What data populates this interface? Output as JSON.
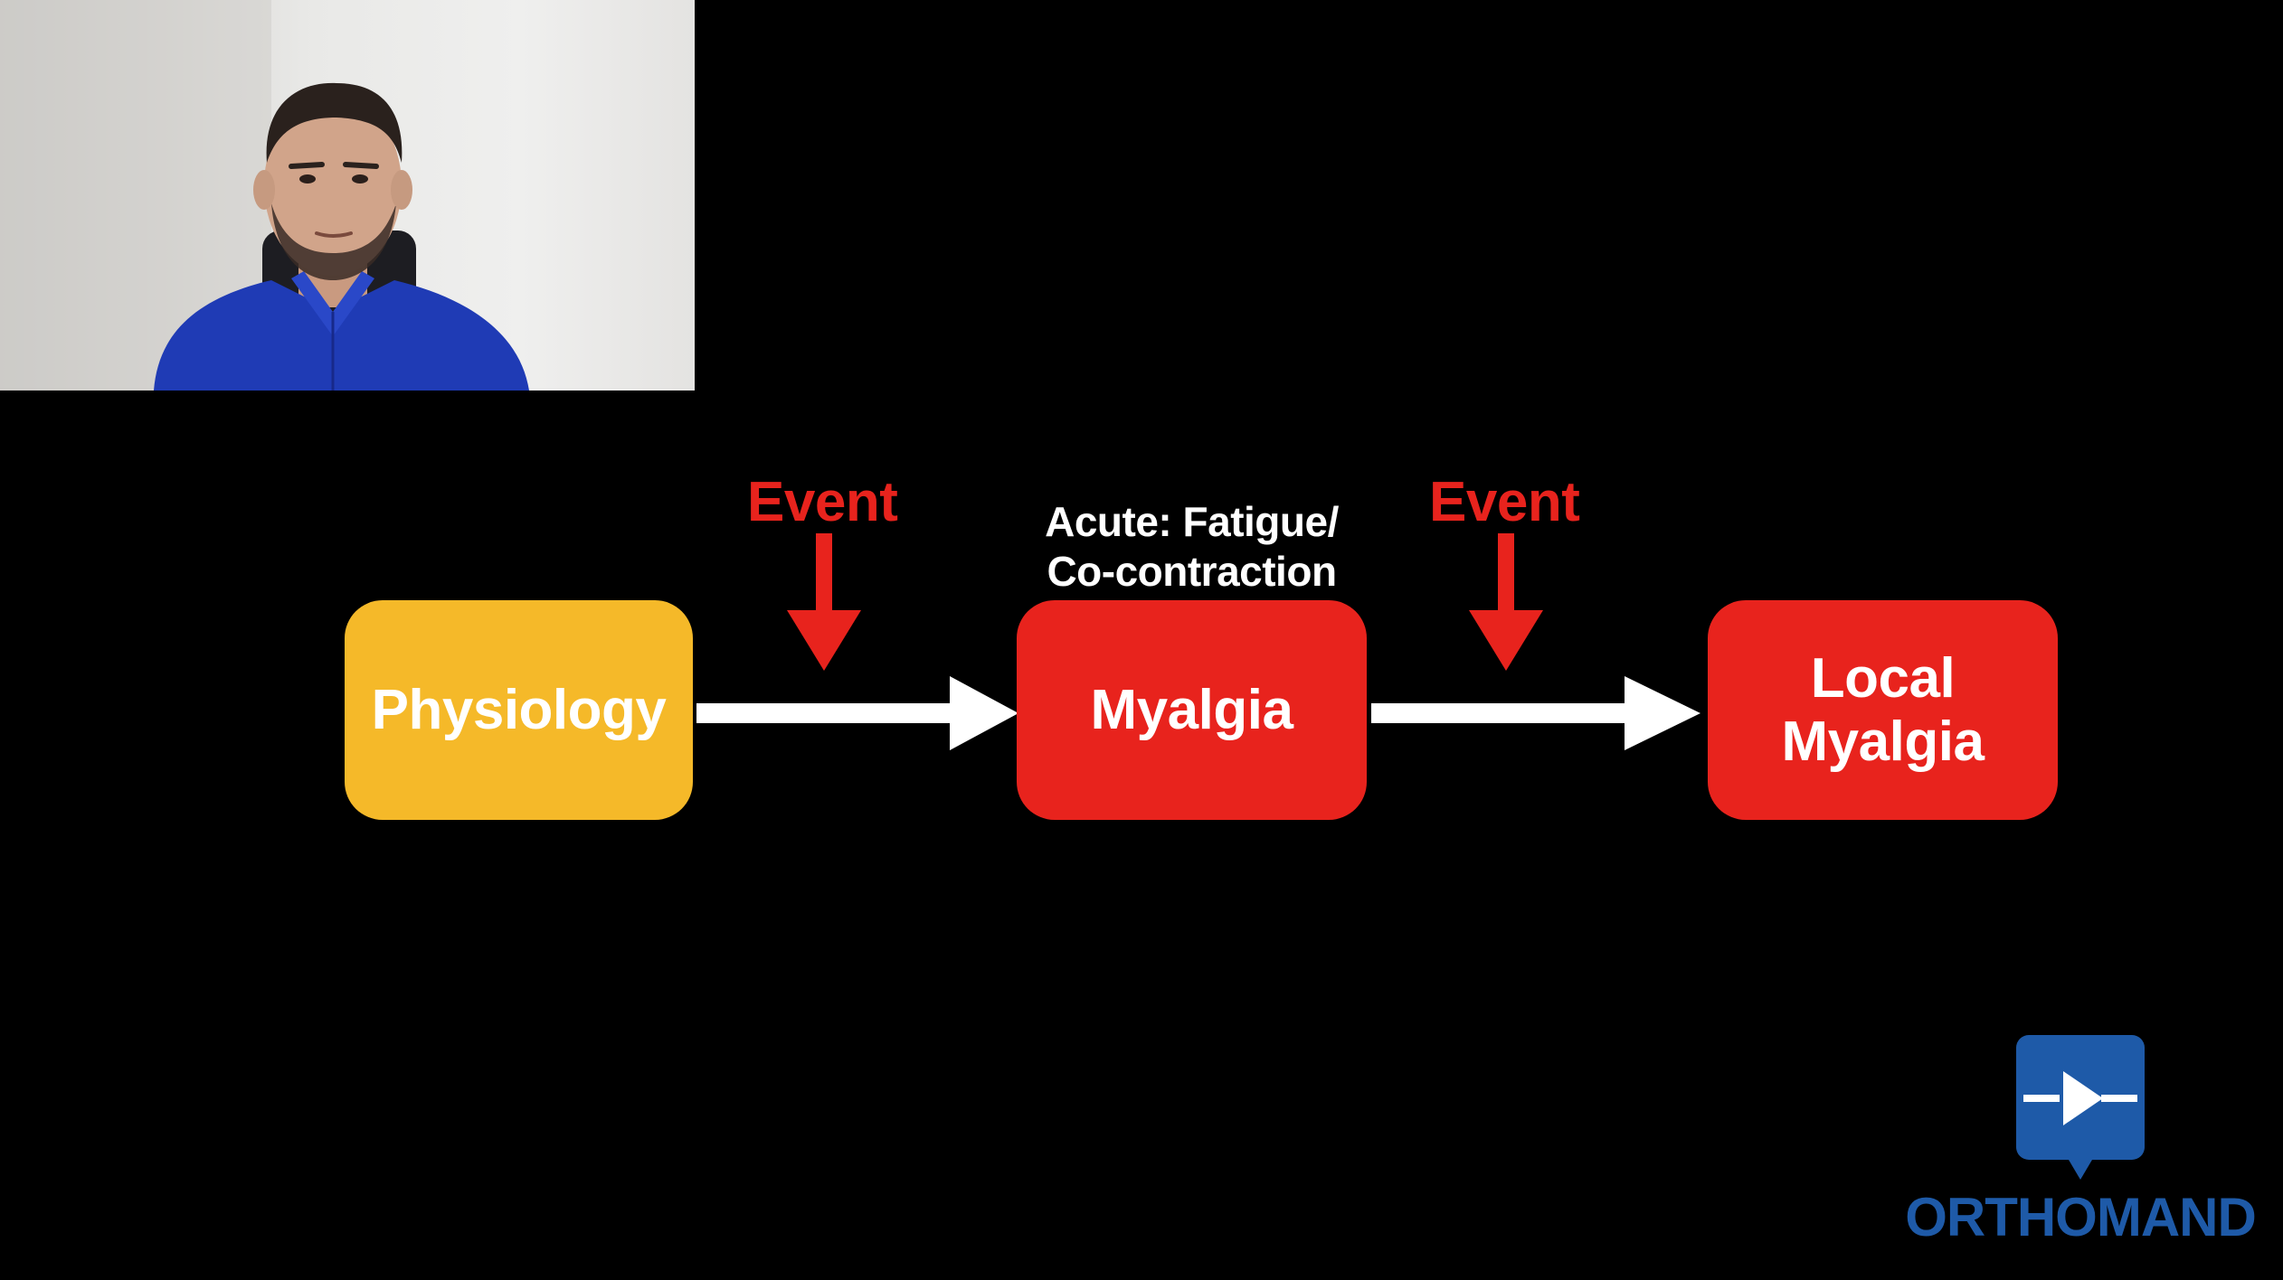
{
  "diagram": {
    "nodes": [
      {
        "id": "physiology",
        "label": "Physiology"
      },
      {
        "id": "myalgia",
        "label": "Myalgia"
      },
      {
        "id": "local-myalgia",
        "label_lines": [
          "Local",
          "Myalgia"
        ]
      }
    ],
    "events": [
      {
        "label": "Event"
      },
      {
        "label": "Event"
      }
    ],
    "annotation": {
      "lines": [
        "Acute: Fatigue/",
        "Co-contraction"
      ]
    },
    "colors": {
      "background": "#000000",
      "physiology_box": "#f5b929",
      "myalgia_box": "#e8231d",
      "event_text": "#e8231d",
      "connector": "#ffffff"
    }
  },
  "presenter": {
    "icon": "presenter-webcam-feed"
  },
  "brand": {
    "name": "ORTHOMAND",
    "icon": "play-chat-bubble-icon",
    "color": "#1e5aa8"
  }
}
